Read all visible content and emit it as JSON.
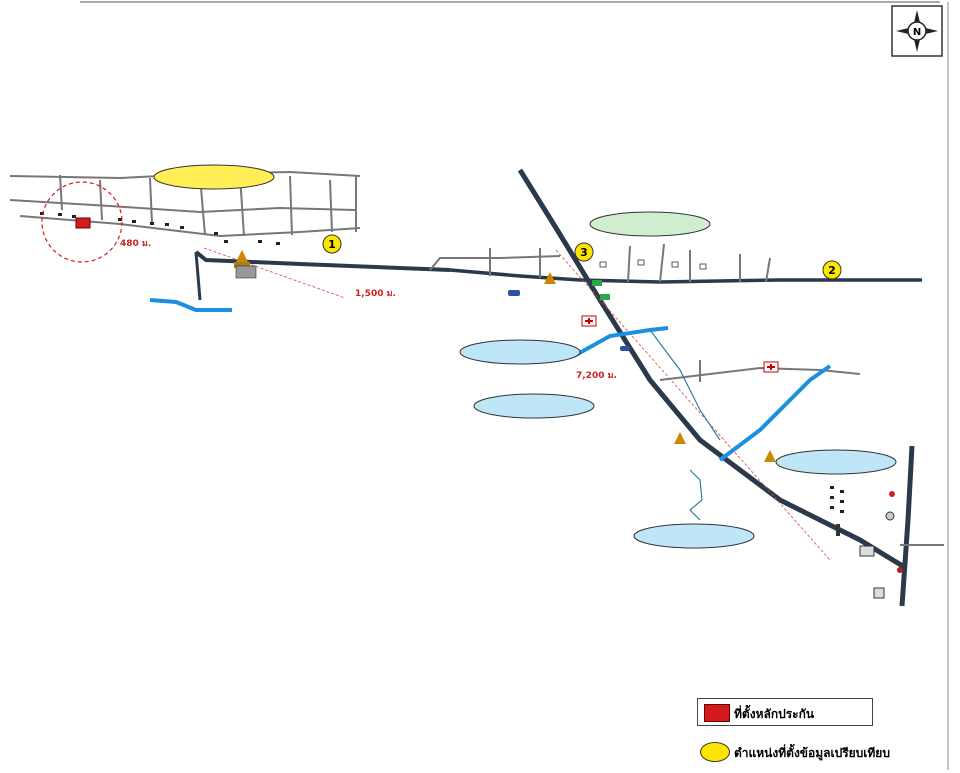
{
  "map": {
    "markers": [
      {
        "label": "1"
      },
      {
        "label": "2"
      },
      {
        "label": "3"
      }
    ],
    "distances": {
      "d1": "480 ม.",
      "d2": "1,500 ม.",
      "d3": "7,200 ม."
    },
    "compass": {
      "letter": "N"
    }
  },
  "legend": {
    "collateral_label": "ที่ตั้งหลักประกัน",
    "comparison_label": "ตำแหน่งที่ตั้งข้อมูลเปรียบเทียบ",
    "collateral_color": "#d41a1a",
    "comparison_color": "#ffe600"
  }
}
